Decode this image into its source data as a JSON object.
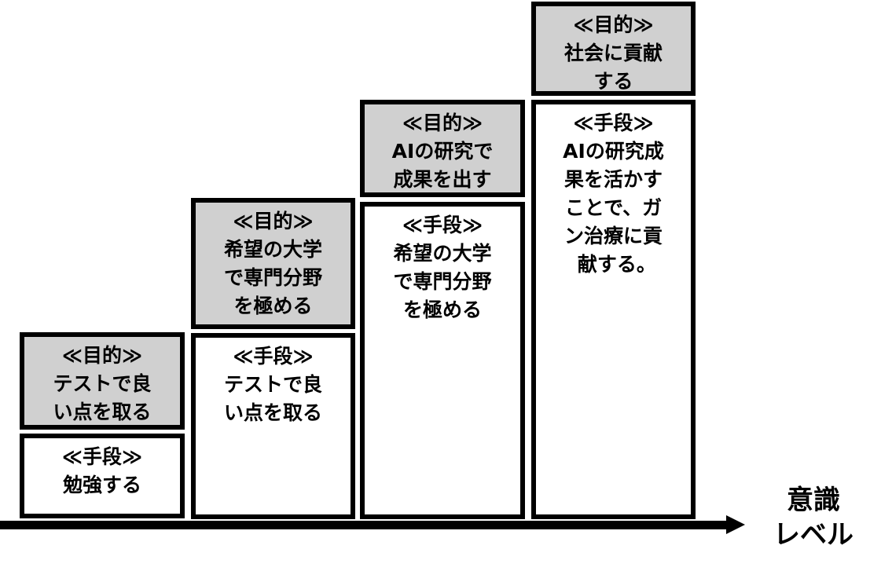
{
  "columns": [
    {
      "purpose": {
        "heading": "≪目的≫",
        "lines": [
          "テストで良",
          "い点を取る"
        ]
      },
      "means": {
        "heading": "≪手段≫",
        "lines": [
          "勉強する"
        ]
      }
    },
    {
      "purpose": {
        "heading": "≪目的≫",
        "lines": [
          "希望の大学",
          "で専門分野",
          "を極める"
        ]
      },
      "means": {
        "heading": "≪手段≫",
        "lines": [
          "テストで良",
          "い点を取る"
        ]
      }
    },
    {
      "purpose": {
        "heading": "≪目的≫",
        "lines": [
          "AIの研究で",
          "成果を出す"
        ]
      },
      "means": {
        "heading": "≪手段≫",
        "lines": [
          "希望の大学",
          "で専門分野",
          "を極める"
        ]
      }
    },
    {
      "purpose": {
        "heading": "≪目的≫",
        "lines": [
          "社会に貢献",
          "する"
        ]
      },
      "means": {
        "heading": "≪手段≫",
        "lines": [
          "AIの研究成",
          "果を活かす",
          "ことで、ガ",
          "ン治療に貢",
          " 献する。"
        ]
      }
    }
  ],
  "axis": {
    "label_line1": "意識",
    "label_line2": "レベル"
  },
  "colors": {
    "purpose_fill": "#d0d0d0",
    "means_fill": "#ffffff",
    "border": "#000000"
  }
}
